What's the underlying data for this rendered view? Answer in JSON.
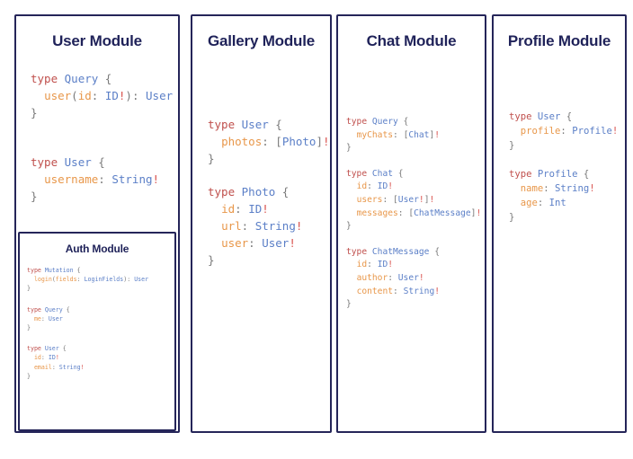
{
  "colors": {
    "border": "#252559",
    "title": "#1F2259",
    "keyword": "#C0504D",
    "type_name": "#5B7FC7",
    "field_name": "#E8974A",
    "punctuation": "#7a7a7a",
    "non_null": "#D9534F",
    "background": "#ffffff"
  },
  "panels": {
    "user": {
      "title": "User Module",
      "blocks": [
        {
          "lines": [
            [
              {
                "t": "type ",
                "c": "kw"
              },
              {
                "t": "Query",
                "c": "tn"
              },
              {
                "t": " {",
                "c": "pun"
              }
            ],
            [
              {
                "t": "  ",
                "c": "pun"
              },
              {
                "t": "user",
                "c": "fld"
              },
              {
                "t": "(",
                "c": "pun"
              },
              {
                "t": "id",
                "c": "fld"
              },
              {
                "t": ": ",
                "c": "pun"
              },
              {
                "t": "ID",
                "c": "tn"
              },
              {
                "t": "!",
                "c": "bang"
              },
              {
                "t": ")",
                "c": "pun"
              },
              {
                "t": ": ",
                "c": "pun"
              },
              {
                "t": "User",
                "c": "tn"
              }
            ],
            [
              {
                "t": "}",
                "c": "pun"
              }
            ]
          ]
        },
        {
          "lines": [
            [
              {
                "t": "type ",
                "c": "kw"
              },
              {
                "t": "User",
                "c": "tn"
              },
              {
                "t": " {",
                "c": "pun"
              }
            ],
            [
              {
                "t": "  ",
                "c": "pun"
              },
              {
                "t": "username",
                "c": "fld"
              },
              {
                "t": ": ",
                "c": "pun"
              },
              {
                "t": "String",
                "c": "tn"
              },
              {
                "t": "!",
                "c": "bang"
              }
            ],
            [
              {
                "t": "}",
                "c": "pun"
              }
            ]
          ]
        }
      ]
    },
    "auth": {
      "title": "Auth Module",
      "blocks": [
        {
          "lines": [
            [
              {
                "t": "type ",
                "c": "kw"
              },
              {
                "t": "Mutation",
                "c": "tn"
              },
              {
                "t": " {",
                "c": "pun"
              }
            ],
            [
              {
                "t": "  ",
                "c": "pun"
              },
              {
                "t": "login",
                "c": "fld"
              },
              {
                "t": "(",
                "c": "pun"
              },
              {
                "t": "fields",
                "c": "fld"
              },
              {
                "t": ": ",
                "c": "pun"
              },
              {
                "t": "LoginFields",
                "c": "tn"
              },
              {
                "t": ")",
                "c": "pun"
              },
              {
                "t": ": ",
                "c": "pun"
              },
              {
                "t": "User",
                "c": "tn"
              }
            ],
            [
              {
                "t": "}",
                "c": "pun"
              }
            ]
          ]
        },
        {
          "lines": [
            [
              {
                "t": "type ",
                "c": "kw"
              },
              {
                "t": "Query",
                "c": "tn"
              },
              {
                "t": " {",
                "c": "pun"
              }
            ],
            [
              {
                "t": "  ",
                "c": "pun"
              },
              {
                "t": "me",
                "c": "fld"
              },
              {
                "t": ": ",
                "c": "pun"
              },
              {
                "t": "User",
                "c": "tn"
              }
            ],
            [
              {
                "t": "}",
                "c": "pun"
              }
            ]
          ]
        },
        {
          "lines": [
            [
              {
                "t": "type ",
                "c": "kw"
              },
              {
                "t": "User",
                "c": "tn"
              },
              {
                "t": " {",
                "c": "pun"
              }
            ],
            [
              {
                "t": "  ",
                "c": "pun"
              },
              {
                "t": "id",
                "c": "fld"
              },
              {
                "t": ": ",
                "c": "pun"
              },
              {
                "t": "ID",
                "c": "tn"
              },
              {
                "t": "!",
                "c": "bang"
              }
            ],
            [
              {
                "t": "  ",
                "c": "pun"
              },
              {
                "t": "email",
                "c": "fld"
              },
              {
                "t": ": ",
                "c": "pun"
              },
              {
                "t": "String",
                "c": "tn"
              },
              {
                "t": "!",
                "c": "bang"
              }
            ],
            [
              {
                "t": "}",
                "c": "pun"
              }
            ]
          ]
        }
      ]
    },
    "gallery": {
      "title": "Gallery Module",
      "blocks": [
        {
          "lines": [
            [
              {
                "t": "type ",
                "c": "kw"
              },
              {
                "t": "User",
                "c": "tn"
              },
              {
                "t": " {",
                "c": "pun"
              }
            ],
            [
              {
                "t": "  ",
                "c": "pun"
              },
              {
                "t": "photos",
                "c": "fld"
              },
              {
                "t": ": ",
                "c": "pun"
              },
              {
                "t": "[",
                "c": "pun"
              },
              {
                "t": "Photo",
                "c": "tn"
              },
              {
                "t": "]",
                "c": "pun"
              },
              {
                "t": "!",
                "c": "bang"
              }
            ],
            [
              {
                "t": "}",
                "c": "pun"
              }
            ]
          ]
        },
        {
          "lines": [
            [
              {
                "t": "type ",
                "c": "kw"
              },
              {
                "t": "Photo",
                "c": "tn"
              },
              {
                "t": " {",
                "c": "pun"
              }
            ],
            [
              {
                "t": "  ",
                "c": "pun"
              },
              {
                "t": "id",
                "c": "fld"
              },
              {
                "t": ": ",
                "c": "pun"
              },
              {
                "t": "ID",
                "c": "tn"
              },
              {
                "t": "!",
                "c": "bang"
              }
            ],
            [
              {
                "t": "  ",
                "c": "pun"
              },
              {
                "t": "url",
                "c": "fld"
              },
              {
                "t": ": ",
                "c": "pun"
              },
              {
                "t": "String",
                "c": "tn"
              },
              {
                "t": "!",
                "c": "bang"
              }
            ],
            [
              {
                "t": "  ",
                "c": "pun"
              },
              {
                "t": "user",
                "c": "fld"
              },
              {
                "t": ": ",
                "c": "pun"
              },
              {
                "t": "User",
                "c": "tn"
              },
              {
                "t": "!",
                "c": "bang"
              }
            ],
            [
              {
                "t": "}",
                "c": "pun"
              }
            ]
          ]
        }
      ]
    },
    "chat": {
      "title": "Chat Module",
      "blocks": [
        {
          "lines": [
            [
              {
                "t": "type ",
                "c": "kw"
              },
              {
                "t": "Query",
                "c": "tn"
              },
              {
                "t": " {",
                "c": "pun"
              }
            ],
            [
              {
                "t": "  ",
                "c": "pun"
              },
              {
                "t": "myChats",
                "c": "fld"
              },
              {
                "t": ": ",
                "c": "pun"
              },
              {
                "t": "[",
                "c": "pun"
              },
              {
                "t": "Chat",
                "c": "tn"
              },
              {
                "t": "]",
                "c": "pun"
              },
              {
                "t": "!",
                "c": "bang"
              }
            ],
            [
              {
                "t": "}",
                "c": "pun"
              }
            ]
          ]
        },
        {
          "lines": [
            [
              {
                "t": "type ",
                "c": "kw"
              },
              {
                "t": "Chat",
                "c": "tn"
              },
              {
                "t": " {",
                "c": "pun"
              }
            ],
            [
              {
                "t": "  ",
                "c": "pun"
              },
              {
                "t": "id",
                "c": "fld"
              },
              {
                "t": ": ",
                "c": "pun"
              },
              {
                "t": "ID",
                "c": "tn"
              },
              {
                "t": "!",
                "c": "bang"
              }
            ],
            [
              {
                "t": "  ",
                "c": "pun"
              },
              {
                "t": "users",
                "c": "fld"
              },
              {
                "t": ": ",
                "c": "pun"
              },
              {
                "t": "[",
                "c": "pun"
              },
              {
                "t": "User",
                "c": "tn"
              },
              {
                "t": "!",
                "c": "bang"
              },
              {
                "t": "]",
                "c": "pun"
              },
              {
                "t": "!",
                "c": "bang"
              }
            ],
            [
              {
                "t": "  ",
                "c": "pun"
              },
              {
                "t": "messages",
                "c": "fld"
              },
              {
                "t": ": ",
                "c": "pun"
              },
              {
                "t": "[",
                "c": "pun"
              },
              {
                "t": "ChatMessage",
                "c": "tn"
              },
              {
                "t": "]",
                "c": "pun"
              },
              {
                "t": "!",
                "c": "bang"
              }
            ],
            [
              {
                "t": "}",
                "c": "pun"
              }
            ]
          ]
        },
        {
          "lines": [
            [
              {
                "t": "type ",
                "c": "kw"
              },
              {
                "t": "ChatMessage",
                "c": "tn"
              },
              {
                "t": " {",
                "c": "pun"
              }
            ],
            [
              {
                "t": "  ",
                "c": "pun"
              },
              {
                "t": "id",
                "c": "fld"
              },
              {
                "t": ": ",
                "c": "pun"
              },
              {
                "t": "ID",
                "c": "tn"
              },
              {
                "t": "!",
                "c": "bang"
              }
            ],
            [
              {
                "t": "  ",
                "c": "pun"
              },
              {
                "t": "author",
                "c": "fld"
              },
              {
                "t": ": ",
                "c": "pun"
              },
              {
                "t": "User",
                "c": "tn"
              },
              {
                "t": "!",
                "c": "bang"
              }
            ],
            [
              {
                "t": "  ",
                "c": "pun"
              },
              {
                "t": "content",
                "c": "fld"
              },
              {
                "t": ": ",
                "c": "pun"
              },
              {
                "t": "String",
                "c": "tn"
              },
              {
                "t": "!",
                "c": "bang"
              }
            ],
            [
              {
                "t": "}",
                "c": "pun"
              }
            ]
          ]
        }
      ]
    },
    "profile": {
      "title": "Profile Module",
      "blocks": [
        {
          "lines": [
            [
              {
                "t": "type ",
                "c": "kw"
              },
              {
                "t": "User",
                "c": "tn"
              },
              {
                "t": " {",
                "c": "pun"
              }
            ],
            [
              {
                "t": "  ",
                "c": "pun"
              },
              {
                "t": "profile",
                "c": "fld"
              },
              {
                "t": ": ",
                "c": "pun"
              },
              {
                "t": "Profile",
                "c": "tn"
              },
              {
                "t": "!",
                "c": "bang"
              }
            ],
            [
              {
                "t": "}",
                "c": "pun"
              }
            ]
          ]
        },
        {
          "lines": [
            [
              {
                "t": "type ",
                "c": "kw"
              },
              {
                "t": "Profile",
                "c": "tn"
              },
              {
                "t": " {",
                "c": "pun"
              }
            ],
            [
              {
                "t": "  ",
                "c": "pun"
              },
              {
                "t": "name",
                "c": "fld"
              },
              {
                "t": ": ",
                "c": "pun"
              },
              {
                "t": "String",
                "c": "tn"
              },
              {
                "t": "!",
                "c": "bang"
              }
            ],
            [
              {
                "t": "  ",
                "c": "pun"
              },
              {
                "t": "age",
                "c": "fld"
              },
              {
                "t": ": ",
                "c": "pun"
              },
              {
                "t": "Int",
                "c": "tn"
              }
            ],
            [
              {
                "t": "}",
                "c": "pun"
              }
            ]
          ]
        }
      ]
    }
  }
}
